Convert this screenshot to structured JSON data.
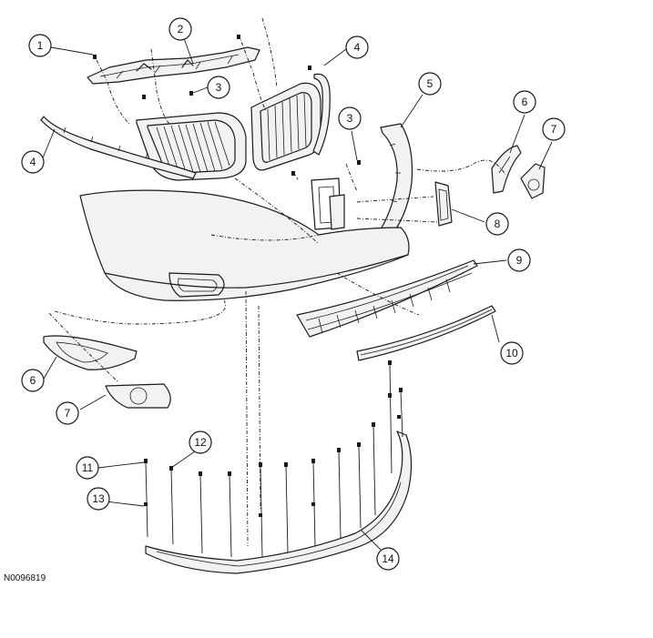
{
  "figure_ref": "N0096819",
  "callouts": [
    "1",
    "2",
    "3",
    "4",
    "3",
    "4",
    "5",
    "6",
    "7",
    "8",
    "9",
    "10",
    "6",
    "7",
    "11",
    "12",
    "13",
    "14"
  ]
}
